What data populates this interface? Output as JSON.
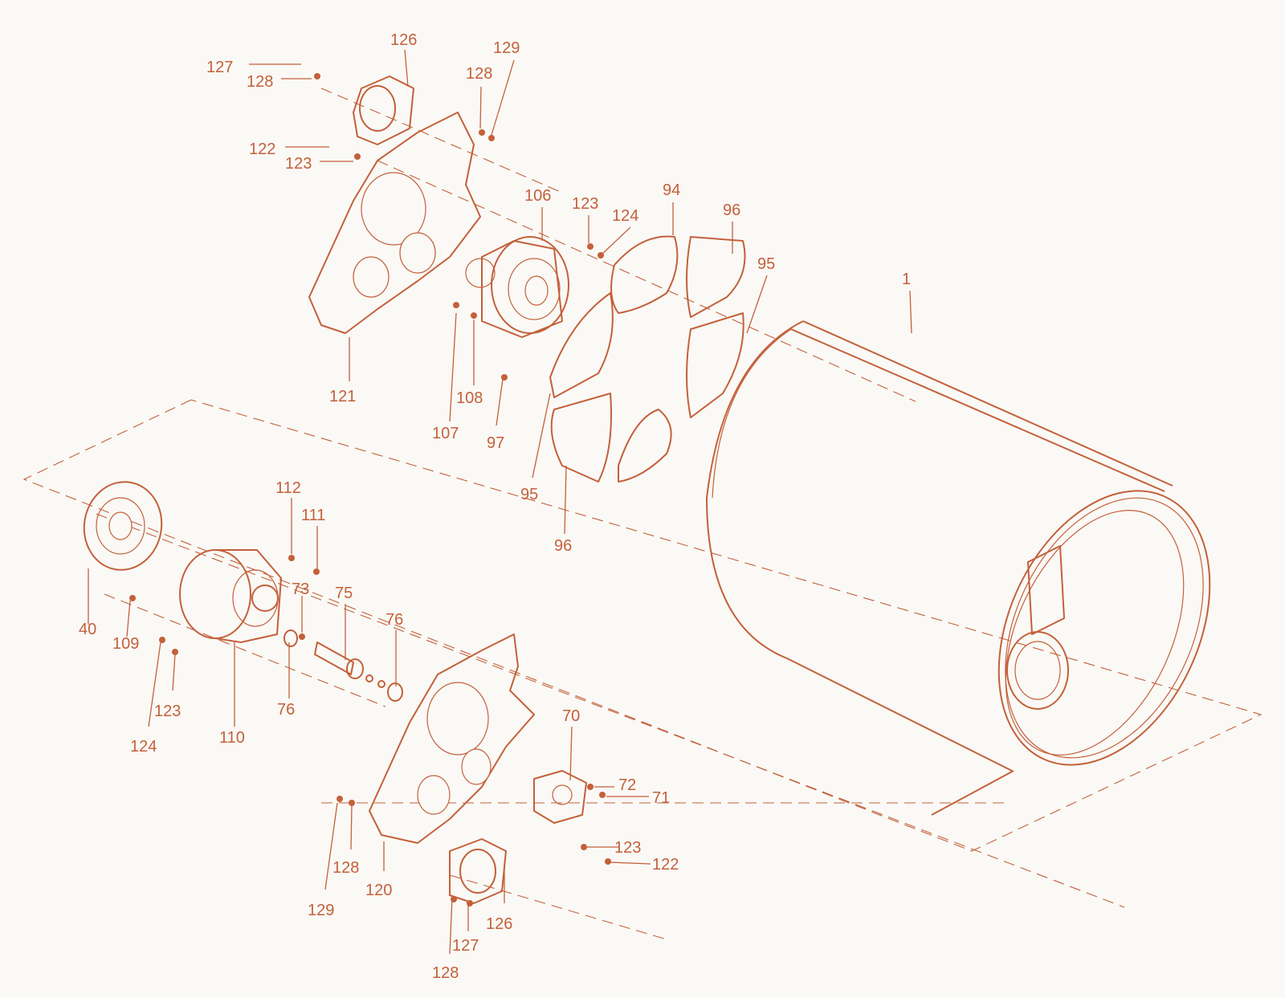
{
  "diagram": {
    "accent_color": "#c4603a",
    "background_color": "#faf9f6",
    "labels": {
      "p1": "1",
      "p40": "40",
      "p70": "70",
      "p71": "71",
      "p72": "72",
      "p73": "73",
      "p75": "75",
      "p76a": "76",
      "p76b": "76",
      "p94": "94",
      "p95a": "95",
      "p95b": "95",
      "p96a": "96",
      "p96b": "96",
      "p97": "97",
      "p106": "106",
      "p107": "107",
      "p108": "108",
      "p109": "109",
      "p110": "110",
      "p111": "111",
      "p112": "112",
      "p120": "120",
      "p121": "121",
      "p122a": "122",
      "p122b": "122",
      "p123a": "123",
      "p123b": "123",
      "p123c": "123",
      "p123d": "123",
      "p124a": "124",
      "p124b": "124",
      "p126a": "126",
      "p126b": "126",
      "p127a": "127",
      "p127b": "127",
      "p128a": "128",
      "p128b": "128",
      "p128c": "128",
      "p128d": "128",
      "p129a": "129",
      "p129b": "129"
    }
  }
}
